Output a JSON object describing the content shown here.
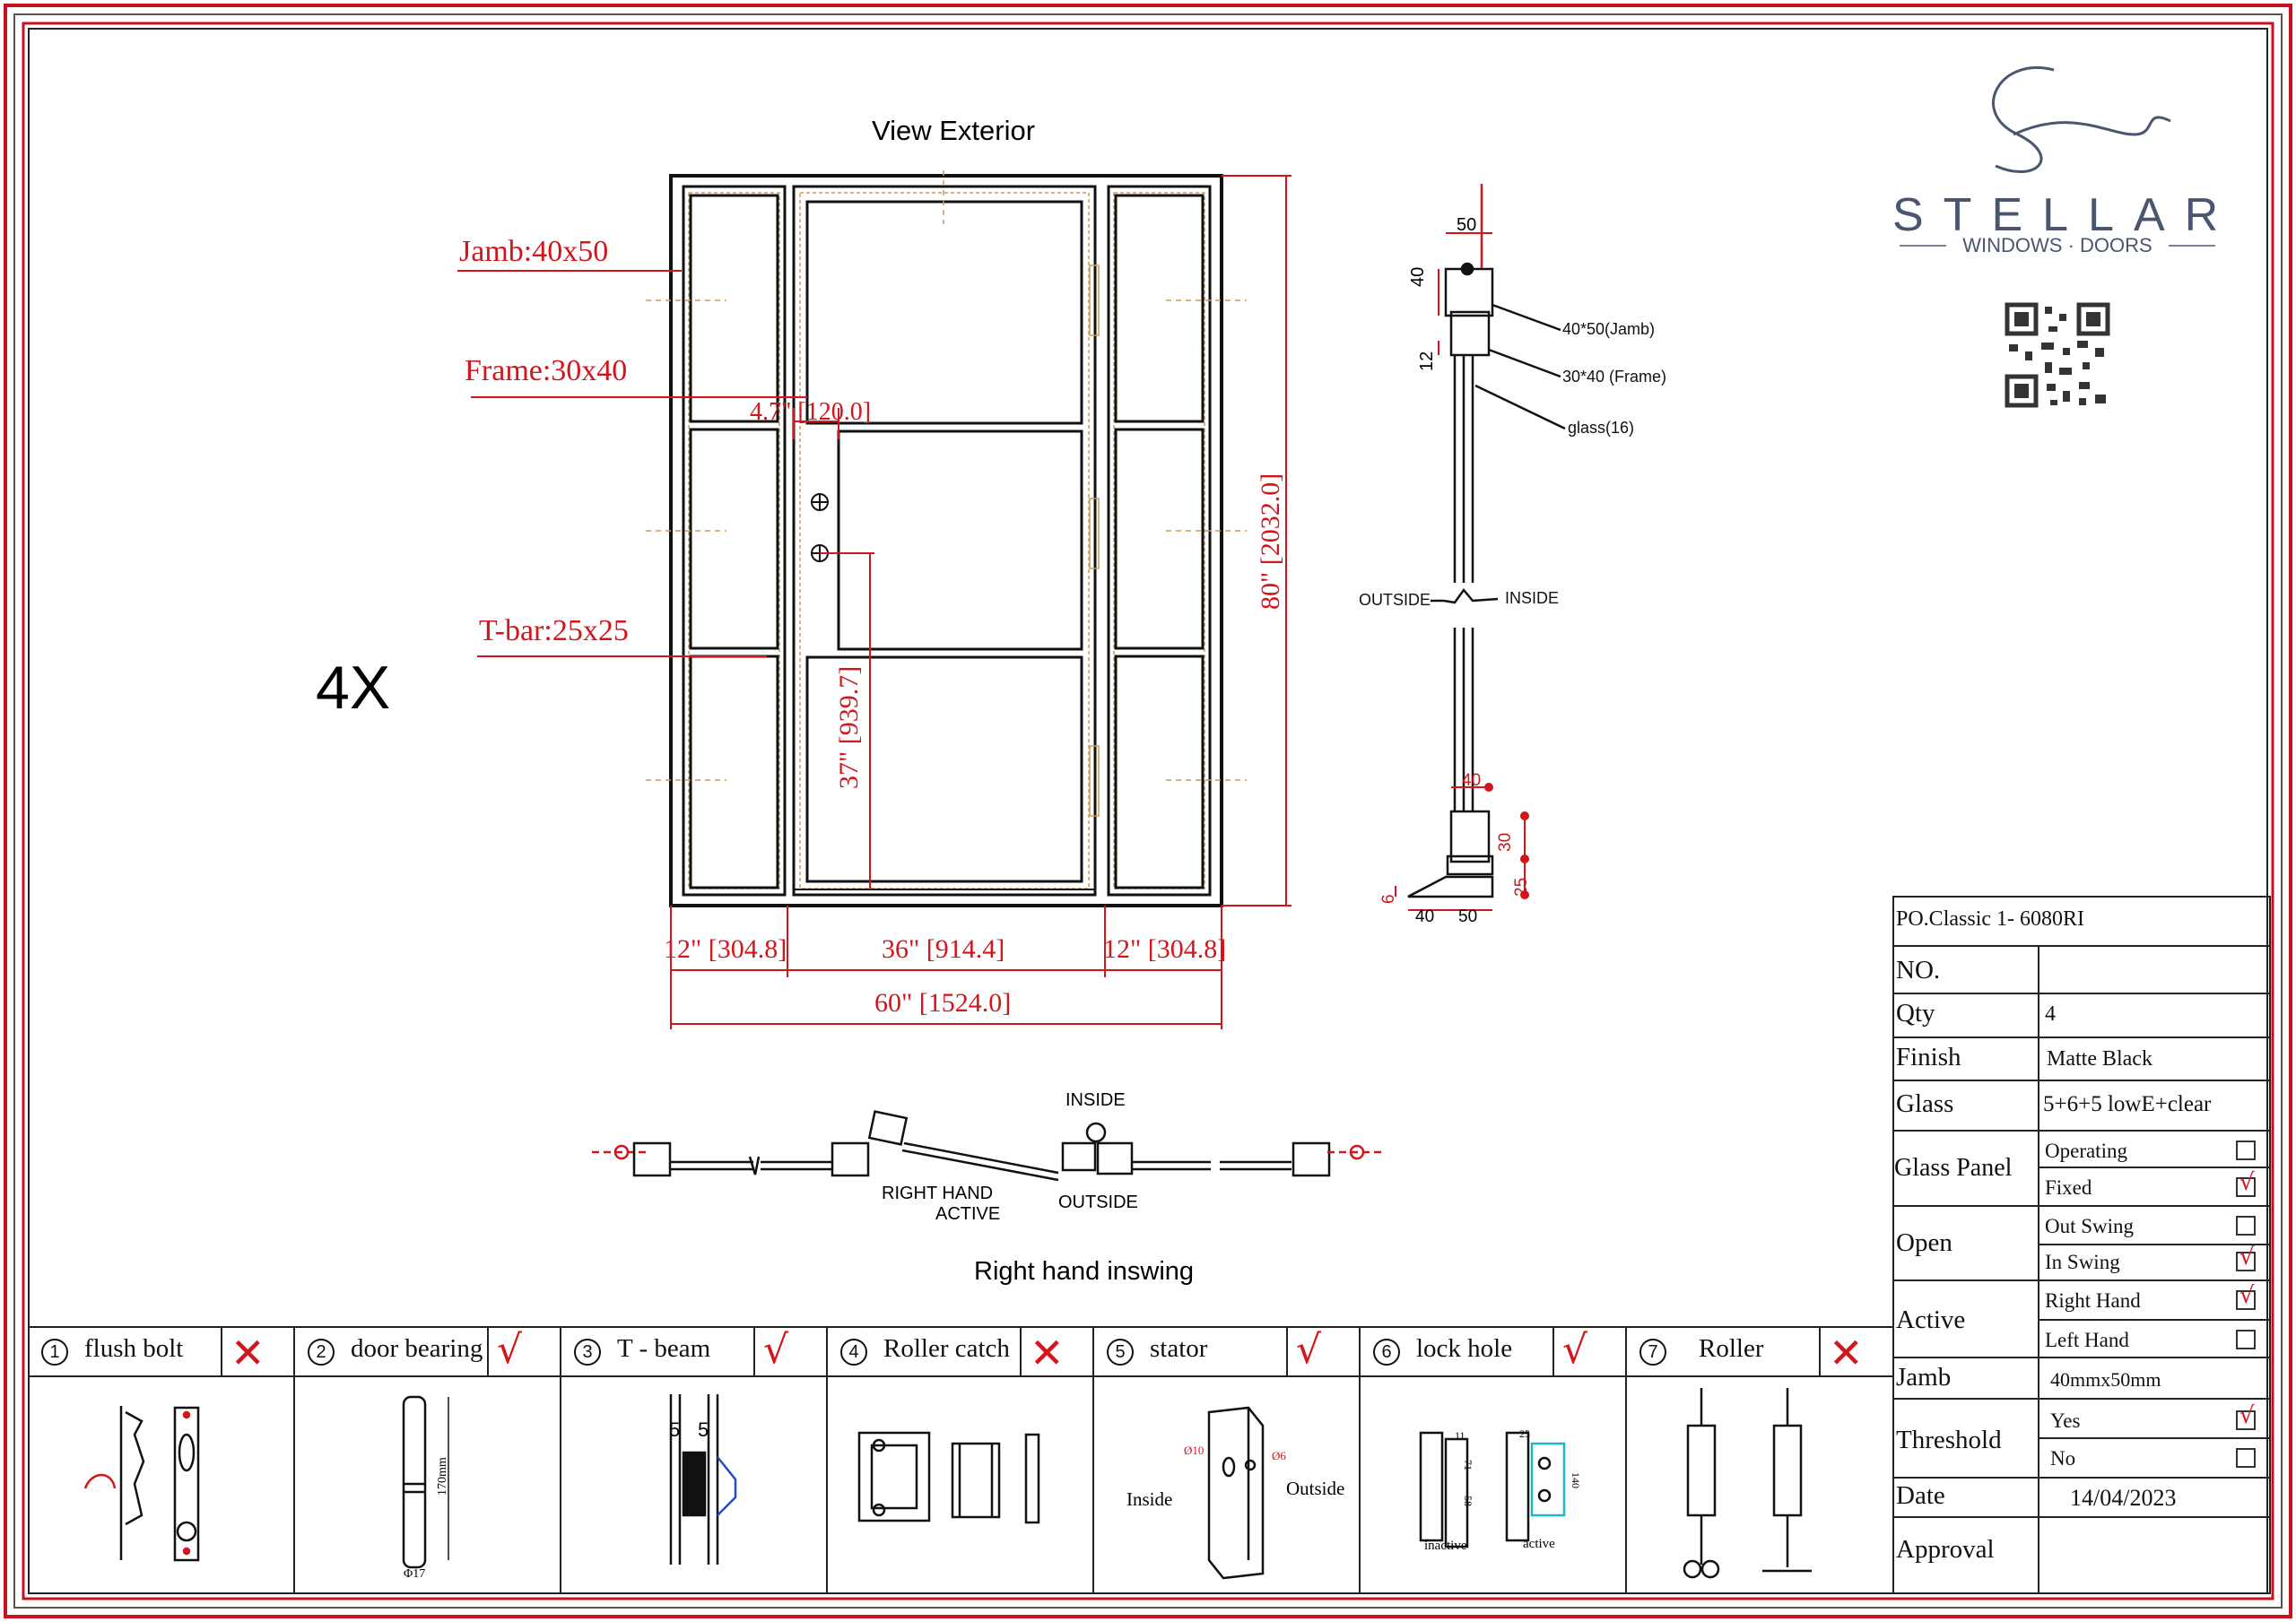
{
  "title_view": "View Exterior",
  "quantity_mark": "4X",
  "labels": {
    "jamb": "Jamb:40x50",
    "frame": "Frame:30x40",
    "tbar": "T-bar:25x25"
  },
  "dimensions": {
    "handle_offset": "4.7\" [120.0]",
    "overall_height": "80\" [2032.0]",
    "handle_height": "37\" [939.7]",
    "sidelite_left": "12\" [304.8]",
    "door_width": "36\" [914.4]",
    "sidelite_right": "12\" [304.8]",
    "overall_width": "60\" [1524.0]"
  },
  "section": {
    "top_width": "50",
    "top_height": "40",
    "frame_height": "12",
    "callout_jamb": "40*50(Jamb)",
    "callout_frame": "30*40 (Frame)",
    "callout_glass": "glass(16)",
    "outside": "OUTSIDE",
    "inside": "INSIDE",
    "sill_40": "40",
    "sill_30": "30",
    "sill_25": "25",
    "sill_6": "6",
    "sill_bottom_40": "40",
    "sill_bottom_50": "50"
  },
  "plan": {
    "inside": "INSIDE",
    "outside": "OUTSIDE",
    "right_hand": "RIGHT HAND",
    "active": "ACTIVE",
    "caption": "Right hand inswing"
  },
  "brand": {
    "name": "STELLAR",
    "tagline": "WINDOWS · DOORS"
  },
  "info": {
    "po": "PO.Classic 1- 6080RI",
    "no_label": "NO.",
    "no_value": "",
    "qty_label": "Qty",
    "qty_value": "4",
    "finish_label": "Finish",
    "finish_value": "Matte Black",
    "glass_label": "Glass",
    "glass_value": "5+6+5   lowE+clear",
    "glass_panel_label": "Glass Panel",
    "glass_panel_operating": "Operating",
    "glass_panel_fixed": "Fixed",
    "open_label": "Open",
    "open_out": "Out Swing",
    "open_in": "In Swing",
    "active_label": "Active",
    "active_right": "Right Hand",
    "active_left": "Left Hand",
    "jamb_label": "Jamb",
    "jamb_value": "40mmx50mm",
    "threshold_label": "Threshold",
    "threshold_yes": "Yes",
    "threshold_no": "No",
    "date_label": "Date",
    "date_value": "14/04/2023",
    "approval_label": "Approval",
    "approval_value": ""
  },
  "checks": {
    "operating": false,
    "fixed": true,
    "out_swing": false,
    "in_swing": true,
    "right_hand": true,
    "left_hand": false,
    "yes": true,
    "no": false
  },
  "accessories": [
    {
      "num": "1",
      "label": "flush bolt",
      "included": false
    },
    {
      "num": "2",
      "label": "door bearing",
      "included": true
    },
    {
      "num": "3",
      "label": "T - beam",
      "included": true
    },
    {
      "num": "4",
      "label": "Roller catch",
      "included": false
    },
    {
      "num": "5",
      "label": "stator",
      "included": true
    },
    {
      "num": "6",
      "label": "lock hole",
      "included": true
    },
    {
      "num": "7",
      "label": "Roller",
      "included": false
    }
  ],
  "accessory_notes": {
    "bearing_170": "170mm",
    "bearing_d17": "Φ17",
    "tbeam_5a": "5",
    "tbeam_5b": "5",
    "stator_inside": "Inside",
    "stator_outside": "Outside",
    "stator_d10": "Ø10",
    "stator_d6": "Ø6",
    "lock_inactive": "inactive",
    "lock_active": "active",
    "lock_11": "11",
    "lock_71": "71",
    "lock_58": "58",
    "lock_25": "25",
    "lock_140": "140"
  },
  "colors": {
    "red": "#d4151b",
    "ink": "#111111",
    "border_red": "#c8101e",
    "brand": "#4a5670"
  }
}
